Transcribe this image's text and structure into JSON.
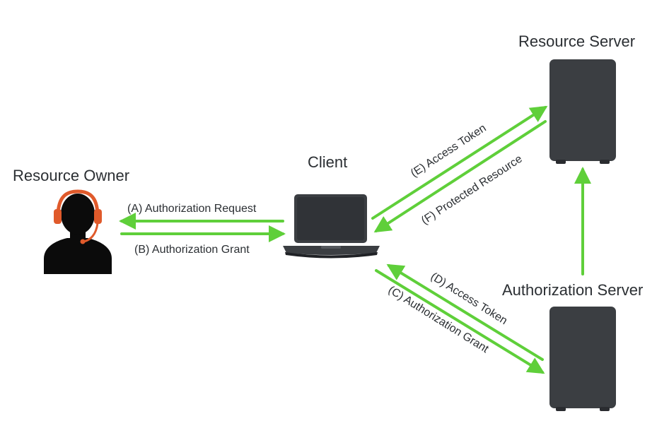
{
  "nodes": {
    "resource_owner": {
      "title": "Resource Owner"
    },
    "client": {
      "title": "Client"
    },
    "resource_server": {
      "title": "Resource Server"
    },
    "authorization_server": {
      "title": "Authorization Server"
    }
  },
  "edges": {
    "a": {
      "label": "(A) Authorization Request"
    },
    "b": {
      "label": "(B) Authorization Grant"
    },
    "c": {
      "label": "(C) Authorization Grant"
    },
    "d": {
      "label": "(D) Access Token"
    },
    "e": {
      "label": "(E) Access Token"
    },
    "f": {
      "label": "(F) Protected Resource"
    }
  },
  "icons": {
    "owner": "headset-user-icon",
    "client": "laptop-icon",
    "resource_server": "server-icon",
    "authorization_server": "server-icon"
  },
  "colors": {
    "arrow": "#5fcf3a",
    "device": "#3b3e42",
    "headset": "#e05a2b",
    "text": "#2b2f33"
  }
}
